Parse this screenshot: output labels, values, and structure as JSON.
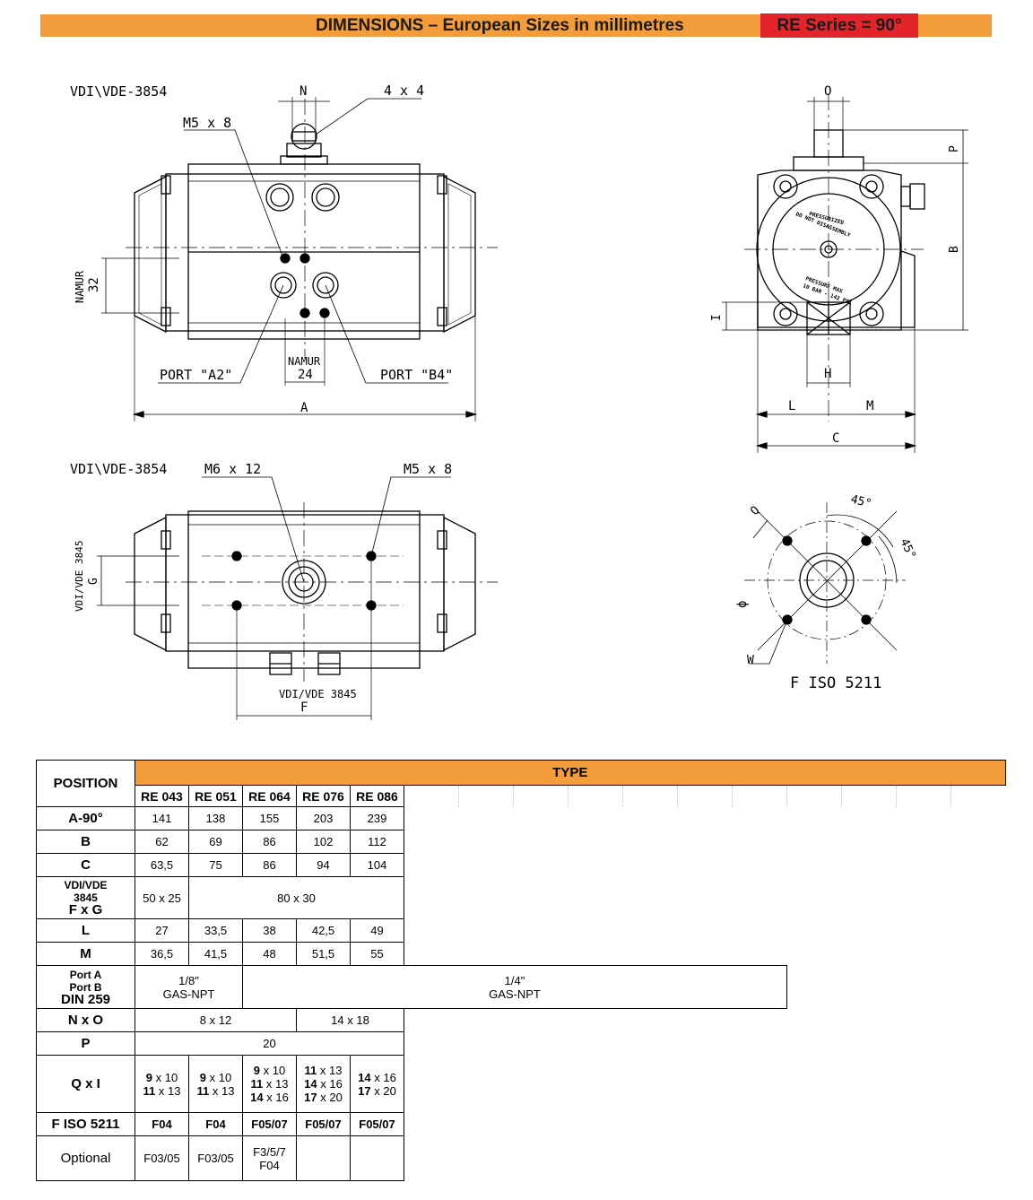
{
  "header": {
    "title": "DIMENSIONS – European Sizes in millimetres",
    "series": "RE Series  =  90°",
    "bar_color": "#f39c3c",
    "series_color": "#e3242b"
  },
  "drawing": {
    "top_view": {
      "standard": "VDI\\VDE-3854",
      "screw": "M5 x 8",
      "n_label": "N",
      "square": "4 x 4",
      "namur_side": "NAMUR",
      "namur_side_val": "32",
      "port_a": "PORT \"A2\"",
      "port_b": "PORT \"B4\"",
      "namur_bottom": "NAMUR",
      "namur_bottom_val": "24",
      "a_label": "A"
    },
    "side_view": {
      "o_label": "O",
      "p_label": "P",
      "b_label": "B",
      "i_label": "I",
      "h_label": "H",
      "l_label": "L",
      "m_label": "M",
      "c_label": "C",
      "warning_1": "DO NOT DISASSEMBLY",
      "warning_2": "PRESSURIZED",
      "pressure_1": "PRESSURE MAX",
      "pressure_2": "10 BAR - 142 PSI"
    },
    "bottom_view": {
      "standard": "VDI\\VDE-3854",
      "screw_1": "M6 x 12",
      "screw_2": "M5 x 8",
      "side_std": "VDI/VDE 3845",
      "g_label": "G",
      "f_std": "VDI/VDE 3845",
      "f_label": "F"
    },
    "flange_view": {
      "q_label": "Q",
      "phi_label": "ϕ",
      "w_label": "W",
      "angle_1": "45°",
      "angle_2": "45°",
      "caption": "F ISO 5211"
    }
  },
  "table": {
    "position_header": "POSITION",
    "type_header": "TYPE",
    "types": [
      "RE 043",
      "RE 051",
      "RE 064",
      "RE 076",
      "RE 086"
    ],
    "rows": {
      "a": {
        "label": "A-90°",
        "values": [
          "141",
          "138",
          "155",
          "203",
          "239"
        ]
      },
      "b": {
        "label": "B",
        "values": [
          "62",
          "69",
          "86",
          "102",
          "112"
        ]
      },
      "c": {
        "label": "C",
        "values": [
          "63,5",
          "75",
          "86",
          "94",
          "104"
        ]
      },
      "fxg": {
        "label_1": "VDI/VDE",
        "label_2": "3845",
        "label_3": "F x G",
        "first": "50 x 25",
        "rest": "80 x 30"
      },
      "l": {
        "label": "L",
        "values": [
          "27",
          "33,5",
          "38",
          "42,5",
          "49"
        ]
      },
      "m": {
        "label": "M",
        "values": [
          "36,5",
          "41,5",
          "48",
          "51,5",
          "55"
        ]
      },
      "port": {
        "label_1": "Port A",
        "label_2": "Port B",
        "label_3": "DIN 259",
        "first_1": "1/8\"",
        "first_2": "GAS-NPT",
        "rest_1": "1/4\"",
        "rest_2": "GAS-NPT"
      },
      "nxo": {
        "label": "N x O",
        "first": "8 x 12",
        "rest": "14 x 18"
      },
      "p": {
        "label": "P",
        "value": "20"
      },
      "qxi": {
        "label": "Q x I",
        "cells": [
          [
            [
              "9",
              " x 10"
            ],
            [
              "11",
              " x 13"
            ]
          ],
          [
            [
              "9",
              " x 10"
            ],
            [
              "11",
              " x 13"
            ]
          ],
          [
            [
              "9",
              " x 10"
            ],
            [
              "11",
              " x 13"
            ],
            [
              "14",
              " x 16"
            ]
          ],
          [
            [
              "11",
              " x 13"
            ],
            [
              "14",
              " x 16"
            ],
            [
              "17",
              " x 20"
            ]
          ],
          [
            [
              "14",
              " x 16"
            ],
            [
              "17",
              " x 20"
            ]
          ]
        ]
      },
      "iso": {
        "label": "F ISO 5211",
        "values": [
          "F04",
          "F04",
          "F05/07",
          "F05/07",
          "F05/07"
        ]
      },
      "optional": {
        "label": "Optional",
        "values": [
          "F03/05",
          "F03/05",
          "F3/5/7",
          "",
          ""
        ],
        "third_line_2": "F04"
      }
    }
  }
}
